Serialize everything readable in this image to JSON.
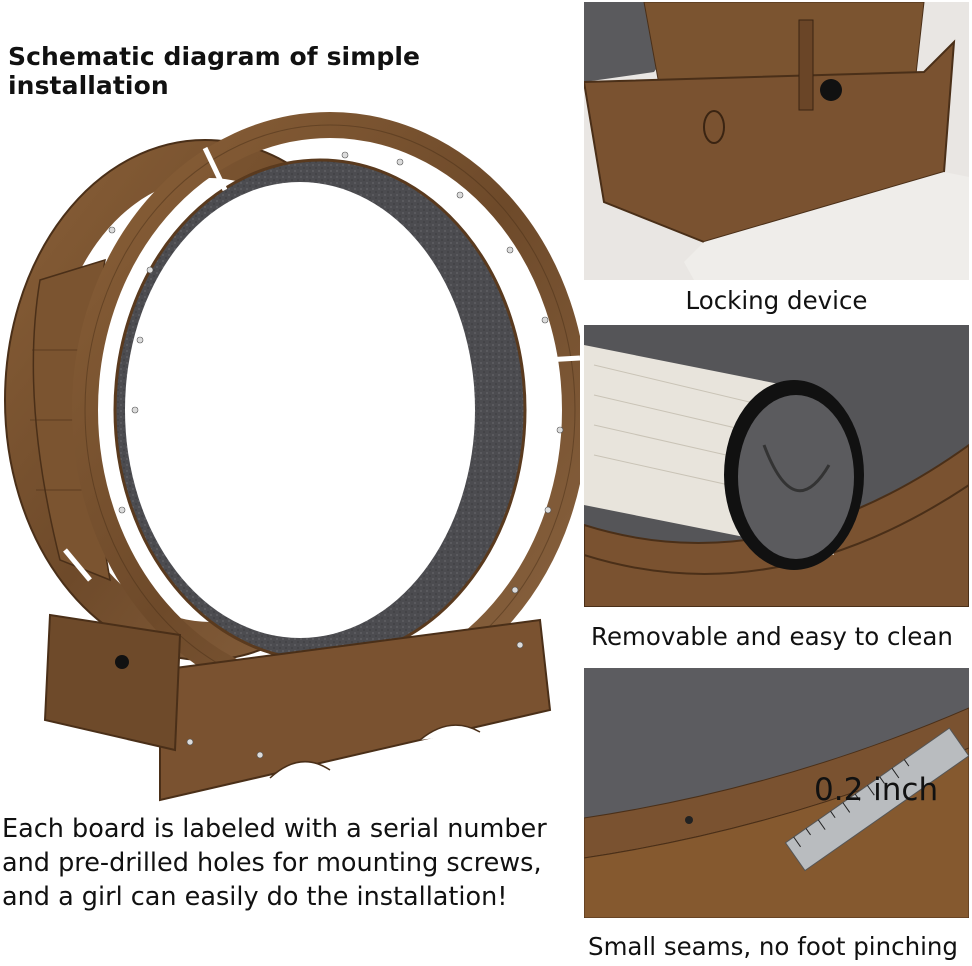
{
  "title": "Schematic diagram of simple installation",
  "description_lines": [
    "Each board is labeled with a serial number",
    "and pre-drilled holes for mounting screws,",
    "and a girl can easily do the installation!"
  ],
  "panels": [
    {
      "caption": "Locking device"
    },
    {
      "caption": "Removable and easy to clean"
    },
    {
      "caption": "Small seams, no foot pinching",
      "measurement": "0.2 inch"
    }
  ],
  "colors": {
    "wood": "#7a5230",
    "wood_dark": "#5a3a1e",
    "carpet": "#4b4b4e",
    "carpet_light": "#6a6a6d"
  }
}
